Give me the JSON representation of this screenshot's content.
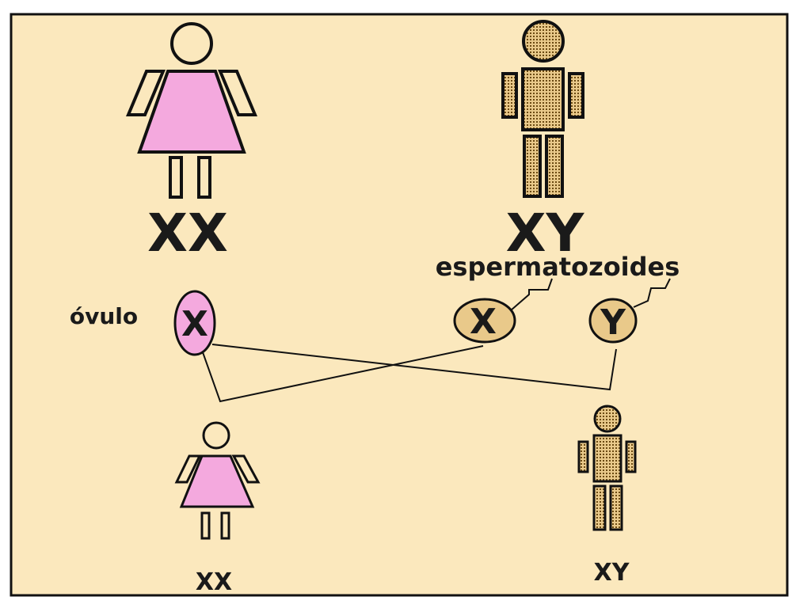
{
  "colors": {
    "background": "#fbe8bd",
    "female_fill": "#f4a9de",
    "male_fill": "#e9c98a",
    "male_dots": "#6b4a12",
    "outline": "#111111"
  },
  "parents": {
    "mother_label": "XX",
    "father_label": "XY"
  },
  "gametes": {
    "ovulo_label": "óvulo",
    "ovulo_chromosome": "X",
    "sperm_label": "espermatozoides",
    "sperm_x_chromosome": "X",
    "sperm_y_chromosome": "Y"
  },
  "offspring": {
    "daughter_label": "XX",
    "son_label": "XY"
  }
}
